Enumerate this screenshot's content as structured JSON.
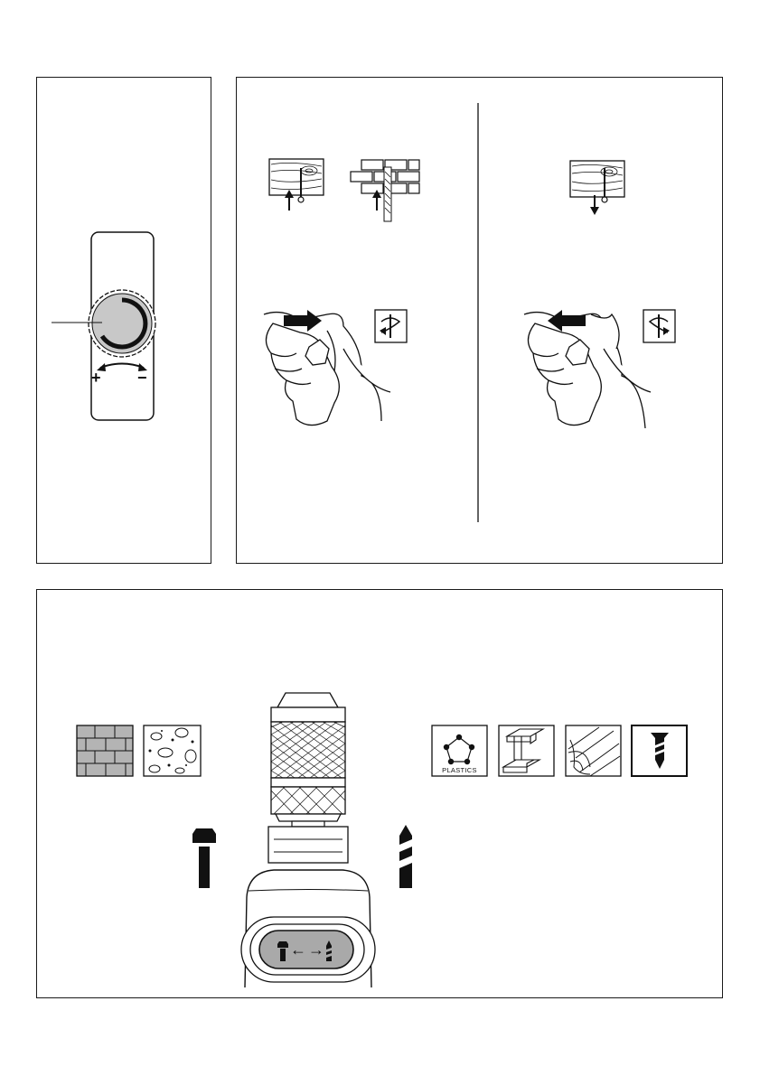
{
  "top_left_panel": {
    "speed_dial": {
      "plus_label": "+",
      "minus_label": "−"
    }
  },
  "top_right_panel": {
    "forward_section": {
      "materials": [
        "wood-screw-icon",
        "brick-drill-icon"
      ],
      "switch": "push-right"
    },
    "reverse_section": {
      "materials": [
        "wood-screw-out-icon"
      ],
      "switch": "push-left"
    }
  },
  "bottom_panel": {
    "left_materials": [
      "brick-icon",
      "concrete-icon"
    ],
    "right_materials": [
      {
        "icon": "plastics-icon",
        "label": "PLASTICS"
      },
      {
        "icon": "steel-beam-icon",
        "label": ""
      },
      {
        "icon": "wood-icon",
        "label": ""
      },
      {
        "icon": "screw-icon",
        "label": ""
      }
    ],
    "mode_switch": {
      "left_arrow": "←",
      "right_arrow": "→"
    }
  }
}
